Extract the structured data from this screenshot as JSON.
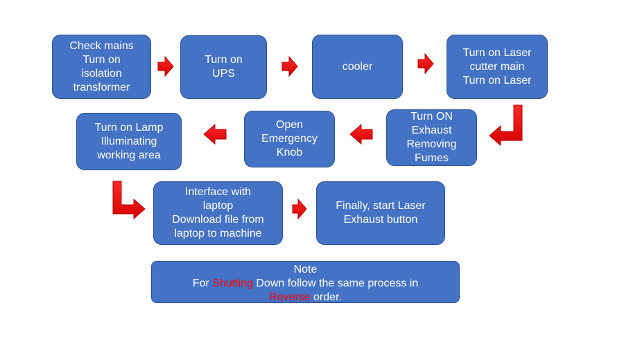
{
  "steps": [
    {
      "id": "s1",
      "lines": [
        "Check mains",
        "Turn on",
        "isolation",
        "transformer"
      ]
    },
    {
      "id": "s2",
      "lines": [
        "Turn on",
        "UPS"
      ]
    },
    {
      "id": "s3",
      "lines": [
        "cooler"
      ]
    },
    {
      "id": "s4",
      "lines": [
        "Turn on Laser",
        "cutter main",
        "Turn on Laser"
      ]
    },
    {
      "id": "s5",
      "lines": [
        "Turn ON",
        "Exhaust",
        "Removing",
        "Fumes"
      ]
    },
    {
      "id": "s6",
      "lines": [
        "Open",
        "Emergency",
        "Knob"
      ]
    },
    {
      "id": "s7",
      "lines": [
        "Turn on Lamp",
        "Illuminating",
        "working area"
      ]
    },
    {
      "id": "s8",
      "lines": [
        "Interface with",
        "laptop",
        "Download file from",
        "laptop to machine"
      ]
    },
    {
      "id": "s9",
      "lines": [
        "Finally, start  Laser",
        "Exhaust button"
      ]
    }
  ],
  "note": {
    "title": "Note",
    "line2_before": "For ",
    "line2_highlight": "Shutting",
    "line2_after": " Down follow the same process in",
    "line3_highlight": "Reverse",
    "line3_after": " order."
  },
  "colors": {
    "box_fill": "#4472c4",
    "box_border": "#2f528f",
    "text": "#ffffff",
    "arrow": "#ff0000",
    "highlight": "#ff0000"
  }
}
